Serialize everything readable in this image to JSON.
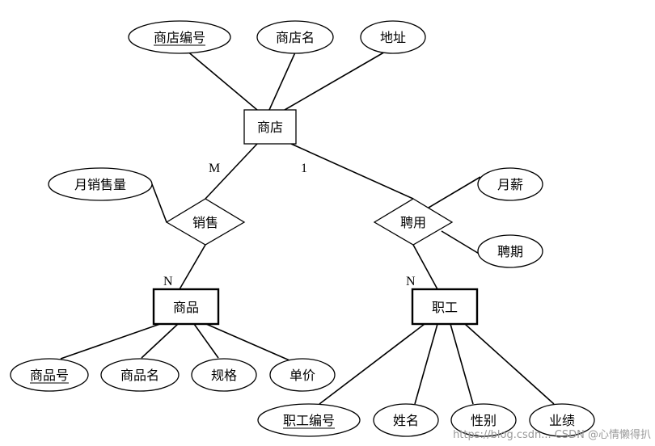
{
  "entities": {
    "shop": "商店",
    "product": "商品",
    "employee": "职工"
  },
  "relationships": {
    "sales": "销售",
    "hire": "聘用"
  },
  "attributes": {
    "shop_id": "商店编号",
    "shop_name": "商店名",
    "address": "地址",
    "monthly_sales": "月销售量",
    "monthly_salary": "月薪",
    "hire_term": "聘期",
    "product_id": "商品号",
    "product_name": "商品名",
    "spec": "规格",
    "unit_price": "单价",
    "employee_id": "职工编号",
    "emp_name": "姓名",
    "gender": "性别",
    "performance": "业绩"
  },
  "cardinality": {
    "shop_sales": "M",
    "shop_hire": "1",
    "product_sales": "N",
    "employee_hire": "N"
  },
  "watermark": "https://blog.csdn... CSDN @心情懒得扒"
}
